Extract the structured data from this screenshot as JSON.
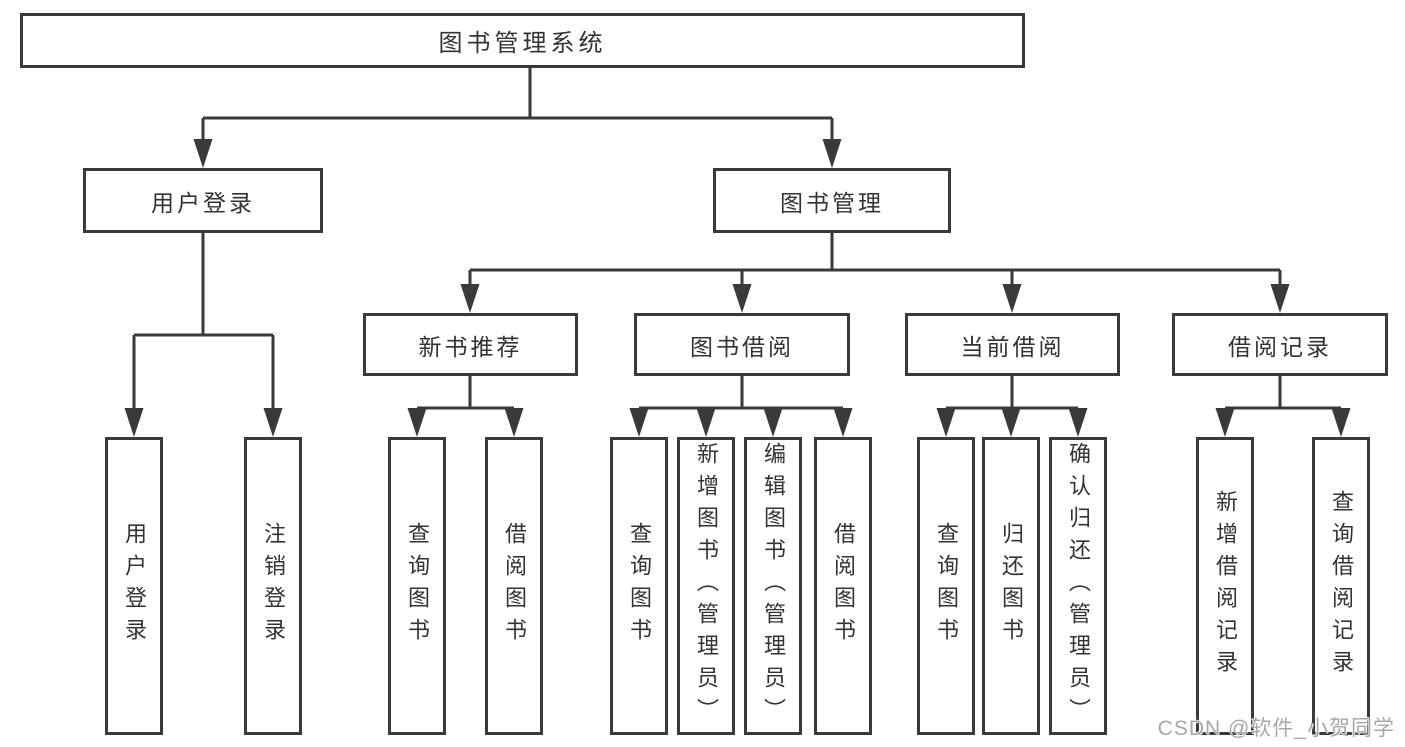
{
  "diagram": {
    "root": {
      "label": "图书管理系统"
    },
    "level2": [
      {
        "label": "用户登录"
      },
      {
        "label": "图书管理"
      }
    ],
    "level3": [
      {
        "label": "新书推荐"
      },
      {
        "label": "图书借阅"
      },
      {
        "label": "当前借阅"
      },
      {
        "label": "借阅记录"
      }
    ],
    "leaves": [
      [
        "用户登录",
        "注销登录"
      ],
      [
        "查询图书",
        "借阅图书"
      ],
      [
        "查询图书",
        "新增图书（管理员）",
        "编辑图书（管理员）",
        "借阅图书"
      ],
      [
        "查询图书",
        "归还图书",
        "确认归还（管理员）"
      ],
      [
        "新增借阅记录",
        "查询借阅记录"
      ]
    ]
  },
  "watermark": {
    "text": "CSDN @软件_小贺同学"
  },
  "colors": {
    "line": "#3a3a3a",
    "box_border": "#3a3a3a",
    "box_background": "#ffffff",
    "text": "#333333",
    "watermark": "#a8a8a8",
    "page_background": "#ffffff"
  }
}
